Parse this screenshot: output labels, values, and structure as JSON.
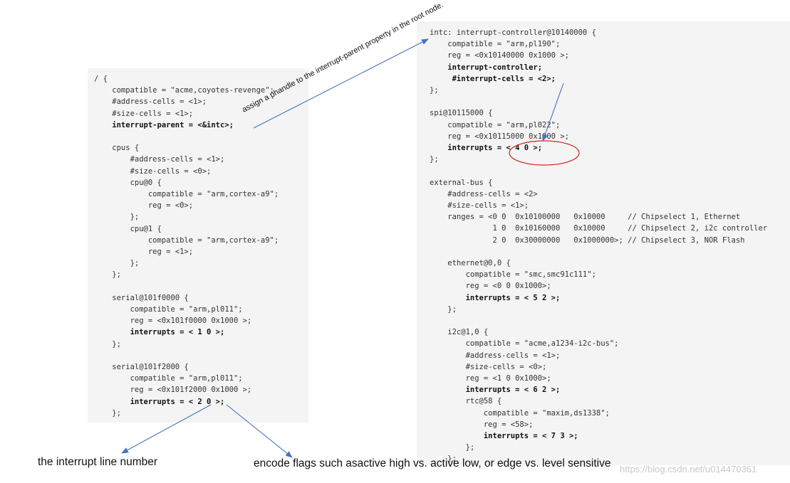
{
  "left_code": [
    {
      "text": "/ {",
      "bold": false
    },
    {
      "text": "    compatible = \"acme,coyotes-revenge\";",
      "bold": false
    },
    {
      "text": "    #address-cells = <1>;",
      "bold": false
    },
    {
      "text": "    #size-cells = <1>;",
      "bold": false
    },
    {
      "text": "    interrupt-parent = <&intc>;",
      "bold": true
    },
    {
      "text": "",
      "bold": false
    },
    {
      "text": "    cpus {",
      "bold": false
    },
    {
      "text": "        #address-cells = <1>;",
      "bold": false
    },
    {
      "text": "        #size-cells = <0>;",
      "bold": false
    },
    {
      "text": "        cpu@0 {",
      "bold": false
    },
    {
      "text": "            compatible = \"arm,cortex-a9\";",
      "bold": false
    },
    {
      "text": "            reg = <0>;",
      "bold": false
    },
    {
      "text": "        };",
      "bold": false
    },
    {
      "text": "        cpu@1 {",
      "bold": false
    },
    {
      "text": "            compatible = \"arm,cortex-a9\";",
      "bold": false
    },
    {
      "text": "            reg = <1>;",
      "bold": false
    },
    {
      "text": "        };",
      "bold": false
    },
    {
      "text": "    };",
      "bold": false
    },
    {
      "text": "",
      "bold": false
    },
    {
      "text": "    serial@101f0000 {",
      "bold": false
    },
    {
      "text": "        compatible = \"arm,pl011\";",
      "bold": false
    },
    {
      "text": "        reg = <0x101f0000 0x1000 >;",
      "bold": false
    },
    {
      "text": "        interrupts = < 1 0 >;",
      "bold": true
    },
    {
      "text": "    };",
      "bold": false
    },
    {
      "text": "",
      "bold": false
    },
    {
      "text": "    serial@101f2000 {",
      "bold": false
    },
    {
      "text": "        compatible = \"arm,pl011\";",
      "bold": false
    },
    {
      "text": "        reg = <0x101f2000 0x1000 >;",
      "bold": false
    },
    {
      "text": "        interrupts = < 2 0 >;",
      "bold": true
    },
    {
      "text": "    };",
      "bold": false
    }
  ],
  "right_code": [
    {
      "text": "intc: interrupt-controller@10140000 {",
      "bold": false
    },
    {
      "text": "    compatible = \"arm,pl190\";",
      "bold": false
    },
    {
      "text": "    reg = <0x10140000 0x1000 >;",
      "bold": false
    },
    {
      "text": "    interrupt-controller;",
      "bold": true
    },
    {
      "text": "     #interrupt-cells = <2>;",
      "bold": true
    },
    {
      "text": "};",
      "bold": false
    },
    {
      "text": "",
      "bold": false
    },
    {
      "text": "spi@10115000 {",
      "bold": false
    },
    {
      "text": "    compatible = \"arm,pl022\";",
      "bold": false
    },
    {
      "text": "    reg = <0x10115000 0x1000 >;",
      "bold": false
    },
    {
      "text": "    interrupts = < 4 0 >;",
      "bold": true
    },
    {
      "text": "};",
      "bold": false
    },
    {
      "text": "",
      "bold": false
    },
    {
      "text": "external-bus {",
      "bold": false
    },
    {
      "text": "    #address-cells = <2>",
      "bold": false
    },
    {
      "text": "    #size-cells = <1>;",
      "bold": false
    },
    {
      "text": "    ranges = <0 0  0x10100000   0x10000     // Chipselect 1, Ethernet",
      "bold": false
    },
    {
      "text": "              1 0  0x10160000   0x10000     // Chipselect 2, i2c controller",
      "bold": false
    },
    {
      "text": "              2 0  0x30000000   0x1000000>; // Chipselect 3, NOR Flash",
      "bold": false
    },
    {
      "text": "",
      "bold": false
    },
    {
      "text": "    ethernet@0,0 {",
      "bold": false
    },
    {
      "text": "        compatible = \"smc,smc91c111\";",
      "bold": false
    },
    {
      "text": "        reg = <0 0 0x1000>;",
      "bold": false
    },
    {
      "text": "        interrupts = < 5 2 >;",
      "bold": true
    },
    {
      "text": "    };",
      "bold": false
    },
    {
      "text": "",
      "bold": false
    },
    {
      "text": "    i2c@1,0 {",
      "bold": false
    },
    {
      "text": "        compatible = \"acme,a1234-i2c-bus\";",
      "bold": false
    },
    {
      "text": "        #address-cells = <1>;",
      "bold": false
    },
    {
      "text": "        #size-cells = <0>;",
      "bold": false
    },
    {
      "text": "        reg = <1 0 0x1000>;",
      "bold": false
    },
    {
      "text": "        interrupts = < 6 2 >;",
      "bold": true
    },
    {
      "text": "        rtc@58 {",
      "bold": false
    },
    {
      "text": "            compatible = \"maxim,ds1338\";",
      "bold": false
    },
    {
      "text": "            reg = <58>;",
      "bold": false
    },
    {
      "text": "            interrupts = < 7 3 >;",
      "bold": true
    },
    {
      "text": "        };",
      "bold": false
    },
    {
      "text": "    };",
      "bold": false
    }
  ],
  "annotations": {
    "phandle": "assign a phandle to the interrupt-parent property in the root node.",
    "line_number": "the interrupt line number",
    "flags": "encode flags such asactive high vs. active low, or edge vs. level sensitive"
  },
  "watermark": "https://blog.csdn.net/u014470361",
  "colors": {
    "arrow": "#4472c4",
    "ellipse": "#d02020",
    "panel_bg": "#f4f4f4"
  }
}
